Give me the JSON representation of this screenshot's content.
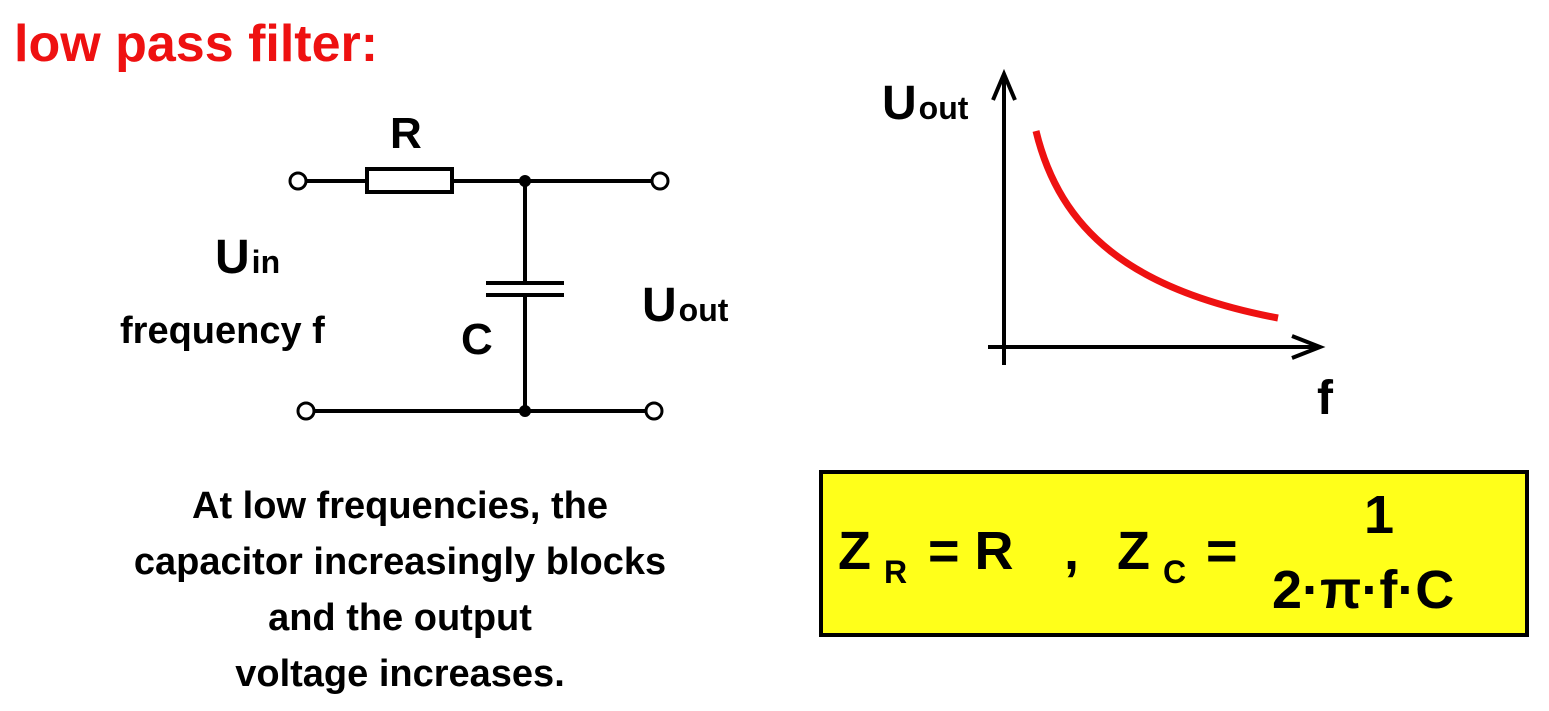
{
  "title": "low pass filter:",
  "circuit": {
    "resistor_label": "R",
    "capacitor_label": "C",
    "input_symbol": "U",
    "input_subscript": "in",
    "input_note": "frequency f",
    "output_symbol": "U",
    "output_subscript": "out"
  },
  "graph": {
    "y_symbol": "U",
    "y_subscript": "out",
    "x_label": "f",
    "curve_color": "#ee1111"
  },
  "explanation": [
    "At low frequencies, the",
    "capacitor increasingly blocks",
    "and the output",
    "voltage increases."
  ],
  "formula": {
    "zr_symbol": "Z",
    "zr_sub": "R",
    "zr_rhs": "= R",
    "separator": ",",
    "zc_symbol": "Z",
    "zc_sub": "C",
    "zc_eq": "=",
    "numerator": "1",
    "denominator": "2·π·f·C",
    "background": "#ffff1a"
  }
}
